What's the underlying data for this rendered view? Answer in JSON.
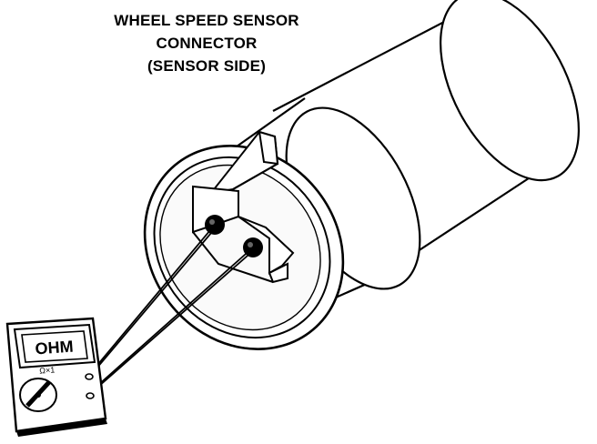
{
  "title_lines": [
    "WHEEL SPEED SENSOR",
    "CONNECTOR",
    "(SENSOR SIDE)"
  ],
  "meter": {
    "display": "OHM",
    "range": "Ω×1"
  },
  "colors": {
    "ink": "#000000",
    "paper": "#ffffff",
    "shade": "#e6e6e6"
  }
}
